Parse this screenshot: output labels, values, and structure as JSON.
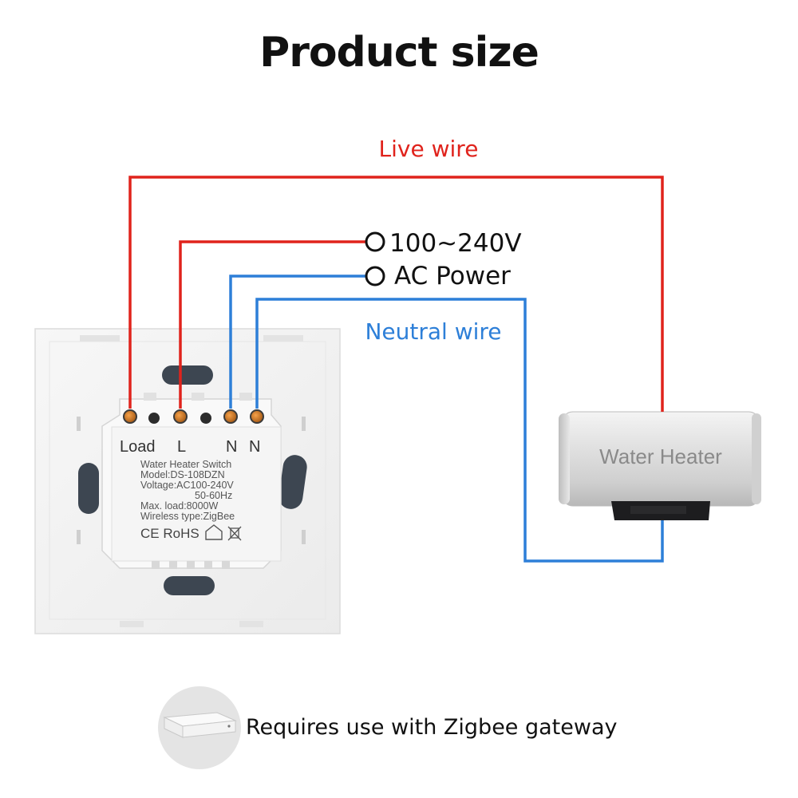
{
  "title": "Product size",
  "wires": {
    "live_label": "Live wire",
    "neutral_label": "Neutral wire",
    "live_color": "#e0231c",
    "neutral_color": "#2d7fd8"
  },
  "power": {
    "voltage": "100~240V",
    "type": "AC Power"
  },
  "switch": {
    "terminals": [
      "Load",
      "L",
      "N",
      "N"
    ],
    "specs": [
      "Water Heater Switch",
      "Model:DS-108DZN",
      "Voltage:AC100-240V",
      "50-60Hz",
      "Max. load:8000W",
      "Wireless type:ZigBee"
    ],
    "certifications": "CE RoHS"
  },
  "heater": {
    "label": "Water Heater"
  },
  "footer": {
    "text": "Requires use with Zigbee gateway",
    "icon": "zigbee-gateway-icon"
  }
}
